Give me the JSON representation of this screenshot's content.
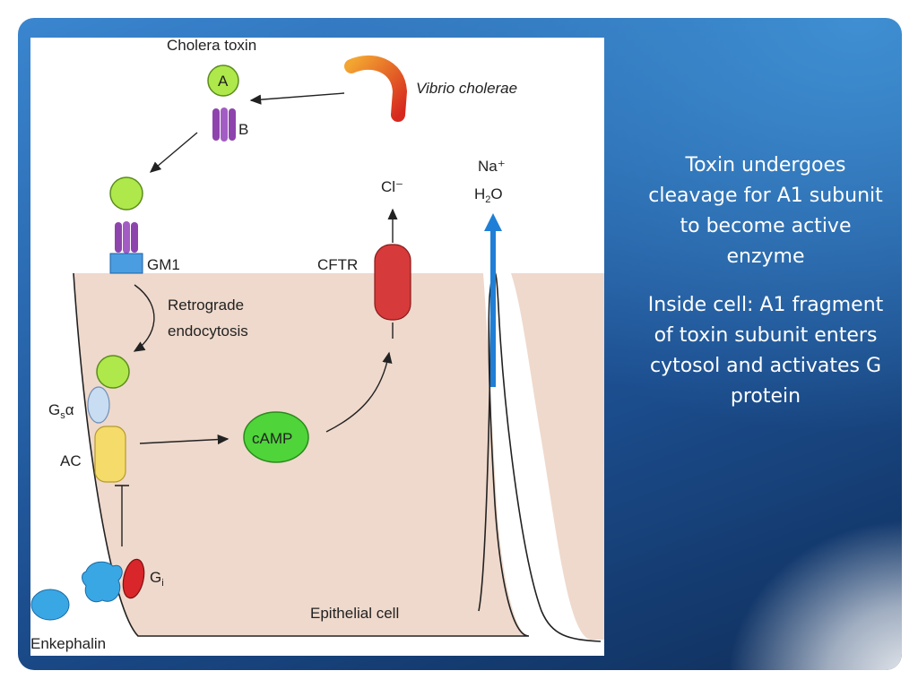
{
  "slide": {
    "paragraphs": [
      "Toxin undergoes cleavage for A1 subunit to become active enzyme",
      "Inside cell: A1 fragment of toxin subunit enters cytosol and activates G protein"
    ]
  },
  "diagram": {
    "labels": {
      "cholera_toxin": "Cholera toxin",
      "subunit_a": "A",
      "subunit_b": "B",
      "vibrio": "Vibrio cholerae",
      "gm1": "GM1",
      "retrograde_1": "Retrograde",
      "retrograde_2": "endocytosis",
      "gsa_base": "G",
      "gsa_sub": "s",
      "gsa_alpha": "α",
      "ac": "AC",
      "camp": "cAMP",
      "cftr": "CFTR",
      "chloride": "Cl⁻",
      "sodium": "Na⁺",
      "water_h": "H",
      "water_2": "2",
      "water_o": "O",
      "gi_base": "G",
      "gi_sub": "i",
      "enkephalin": "Enkephalin",
      "epithelial_cell": "Epithelial cell"
    },
    "colors": {
      "cell_fill": "#efd9cc",
      "subunit_green": "#aee84a",
      "b_subunit_purple": "#8e44ad",
      "gm1_blue": "#4a9de0",
      "gsa_light_blue": "#c8dcf2",
      "ac_yellow": "#f5dc6a",
      "camp_green": "#4fd43a",
      "cftr_red": "#d73a3a",
      "gi_red": "#d8262a",
      "enkephalin_blue": "#39a7e4",
      "water_arrow_blue": "#1f7fd6"
    }
  }
}
